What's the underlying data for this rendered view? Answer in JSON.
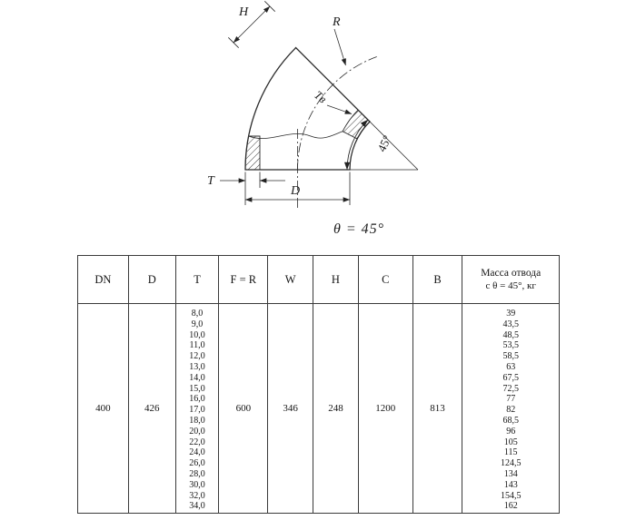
{
  "drawing": {
    "labels": {
      "h": "H",
      "r": "R",
      "tv": "Tв",
      "angle_mark": "45°",
      "t": "T",
      "d": "D"
    },
    "caption": "θ = 45°"
  },
  "table": {
    "headers": [
      "DN",
      "D",
      "T",
      "F = R",
      "W",
      "H",
      "C",
      "B"
    ],
    "mass_header_line1": "Масса отвода",
    "mass_header_line2": "с θ = 45°, кг",
    "values": {
      "dn": "400",
      "d": "426",
      "f_r": "600",
      "w": "346",
      "h": "248",
      "c": "1200",
      "b": "813"
    },
    "t_values": [
      "8,0",
      "9,0",
      "10,0",
      "11,0",
      "12,0",
      "13,0",
      "14,0",
      "15,0",
      "16,0",
      "17,0",
      "18,0",
      "20,0",
      "22,0",
      "24,0",
      "26,0",
      "28,0",
      "30,0",
      "32,0",
      "34,0"
    ],
    "mass_values": [
      "39",
      "43,5",
      "48,5",
      "53,5",
      "58,5",
      "63",
      "67,5",
      "72,5",
      "77",
      "82",
      "68,5",
      "96",
      "105",
      "115",
      "124,5",
      "134",
      "143",
      "154,5",
      "162"
    ]
  },
  "colors": {
    "line": "#2b2b2b",
    "background": "#ffffff"
  }
}
